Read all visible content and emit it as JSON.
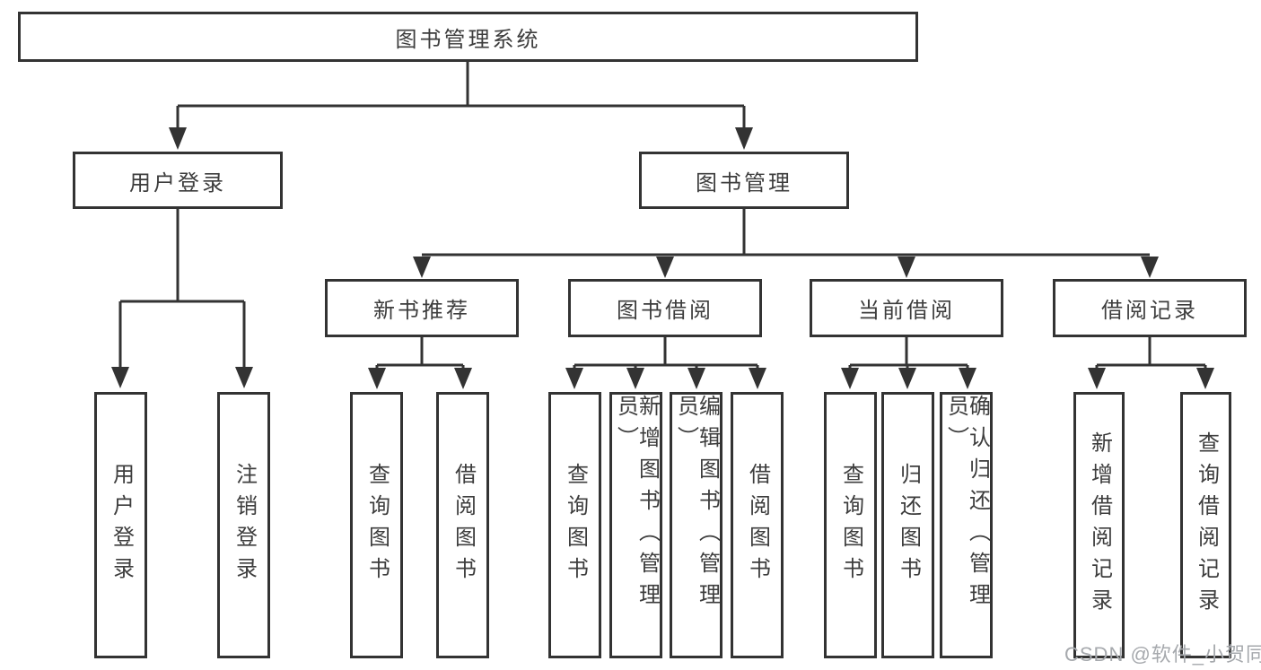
{
  "colors": {
    "line": "#333333",
    "box_background": "#ffffff",
    "text": "#3d3d3d",
    "watermark": "#a6a9ad"
  },
  "tree": {
    "root": "图书管理系统",
    "branches": [
      {
        "label": "用户登录",
        "leaves": [
          "用户登录",
          "注销登录"
        ]
      },
      {
        "label": "图书管理",
        "groups": [
          {
            "label": "新书推荐",
            "leaves": [
              "查询图书",
              "借阅图书"
            ]
          },
          {
            "label": "图书借阅",
            "leaves": [
              "查询图书",
              "新增图书（管理员）",
              "编辑图书（管理员）",
              "借阅图书"
            ]
          },
          {
            "label": "当前借阅",
            "leaves": [
              "查询图书",
              "归还图书",
              "确认归还（管理员）"
            ]
          },
          {
            "label": "借阅记录",
            "leaves": [
              "新增借阅记录",
              "查询借阅记录"
            ]
          }
        ]
      }
    ]
  },
  "watermark": {
    "text": "CSDN @软件_小贺同学"
  }
}
